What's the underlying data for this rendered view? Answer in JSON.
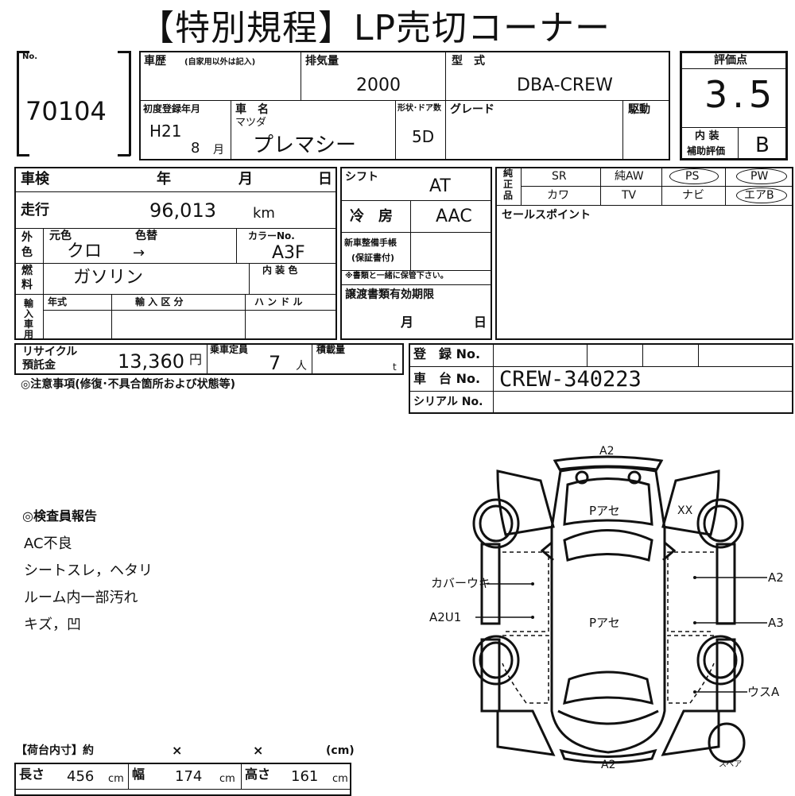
{
  "header": {
    "title": "【特別規程】LP売切コーナー"
  },
  "lot": {
    "label": "No.",
    "number": "70104"
  },
  "history": {
    "label": "車歴",
    "note": "(自家用以外は記入)"
  },
  "displacement": {
    "label": "排気量",
    "value": "2000"
  },
  "model": {
    "label": "型　式",
    "value": "DBA-CREW"
  },
  "rating": {
    "label": "評価点",
    "value": "3.5",
    "interior_label_1": "内 装",
    "interior_label_2": "補助評価",
    "interior_value": "B"
  },
  "first_reg": {
    "label": "初度登録年月",
    "era": "H21",
    "month": "8",
    "month_unit": "月"
  },
  "car_name": {
    "label": "車　名",
    "maker": "マツダ",
    "name": "プレマシー"
  },
  "doors": {
    "label": "形状･ドア数",
    "value": "5D"
  },
  "grade": {
    "label": "グレード"
  },
  "drive": {
    "label": "駆動"
  },
  "inspection": {
    "label": "車検",
    "year": "年",
    "month": "月",
    "day": "日"
  },
  "mileage": {
    "label": "走行",
    "value": "96,013",
    "unit": "km"
  },
  "color": {
    "side_1": "外",
    "side_2": "色",
    "orig_label": "元色",
    "change_label": "色替",
    "value": "クロ",
    "arrow": "→",
    "code_label": "カラーNo.",
    "code": "A3F"
  },
  "fuel": {
    "side_1": "燃",
    "side_2": "料",
    "value": "ガソリン",
    "interior_color_label": "内 装 色"
  },
  "import": {
    "side_1": "輸",
    "side_2": "入",
    "side_3": "車",
    "side_4": "用",
    "year_label": "年式",
    "type_label": "輸 入 区 分",
    "handle_label": "ハ ン ド ル"
  },
  "shift": {
    "label": "シフト",
    "value": "AT"
  },
  "aircon": {
    "label": "冷　房",
    "value": "AAC"
  },
  "manual": {
    "label_1": "新車整備手帳",
    "label_2": "(保証書付)",
    "note": "※書類と一緒に保管下さい。"
  },
  "transfer": {
    "label": "譲渡書類有効期限",
    "month": "月",
    "day": "日"
  },
  "equipment": {
    "side_1": "純",
    "side_2": "正",
    "side_3": "品",
    "items_row1": [
      "SR",
      "純AW",
      "PS",
      "PW"
    ],
    "items_row2": [
      "カワ",
      "TV",
      "ナビ",
      "エアB"
    ]
  },
  "sales_point": {
    "label": "セールスポイント"
  },
  "recycle": {
    "label_1": "リサイクル",
    "label_2": "預託金",
    "value": "13,360",
    "unit": "円"
  },
  "capacity": {
    "label": "乗車定員",
    "value": "7",
    "unit": "人"
  },
  "load": {
    "label": "積載量",
    "unit": "t"
  },
  "registration": {
    "label": "登　録 No."
  },
  "chassis": {
    "label": "車　台 No.",
    "value": "CREW-340223"
  },
  "serial": {
    "label": "シリアル No."
  },
  "caution": {
    "label": "◎注意事項(修復･不具合箇所および状態等)"
  },
  "report": {
    "title": "◎検査員報告",
    "lines": [
      "AC不良",
      "シートスレ，ヘタリ",
      "ルーム内一部汚れ",
      "キズ，凹"
    ]
  },
  "diagram": {
    "top": "A2",
    "bottom": "A2",
    "roof_front": "Pアセ",
    "roof_mid": "Pアセ",
    "xx": "XX",
    "left_1": "カバーウキ",
    "left_2": "A2U1",
    "right_1": "A2",
    "right_2": "A3",
    "right_3": "ウスA",
    "spare": "スペア"
  },
  "cargo": {
    "title": "【荷台内寸】約",
    "x1": "×",
    "x2": "×",
    "unit_label": "(cm)",
    "length_label": "長さ",
    "length": "456",
    "width_label": "幅",
    "width": "174",
    "height_label": "高さ",
    "height": "161",
    "cm": "cm"
  }
}
